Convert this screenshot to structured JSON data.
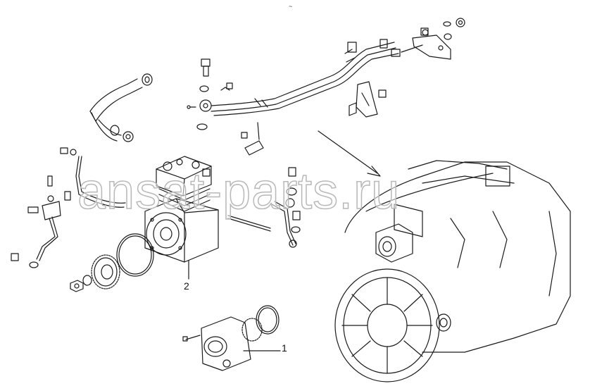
{
  "diagram": {
    "watermark": "ansat-parts.ru",
    "top_mark": "~",
    "callouts": [
      {
        "id": "1",
        "label": "1"
      },
      {
        "id": "2",
        "label": "2"
      }
    ]
  }
}
